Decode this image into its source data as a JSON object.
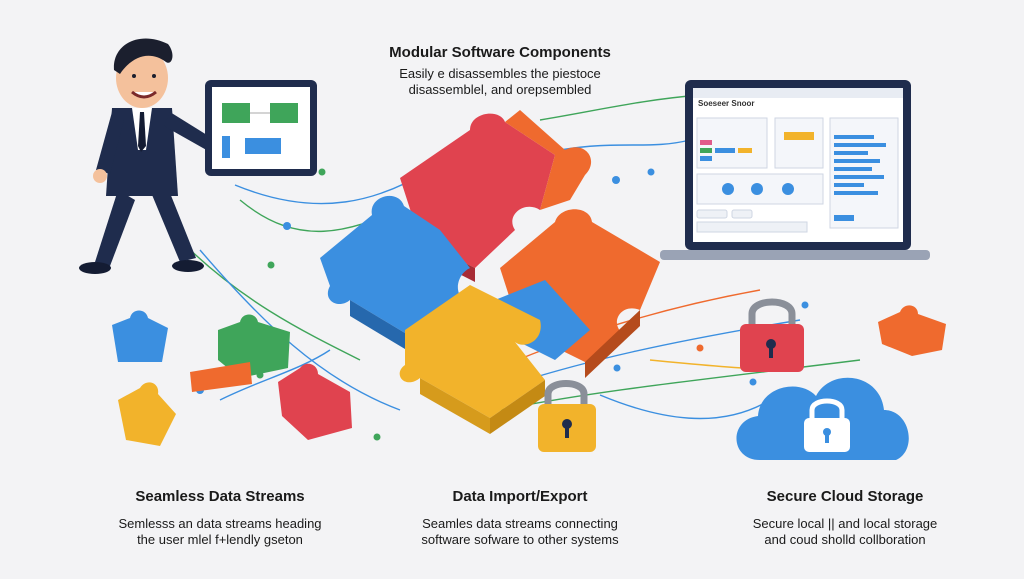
{
  "sections": {
    "modular": {
      "title": "Modular Software Components",
      "desc_line1": "Easily e disassembles the piestoce",
      "desc_line2": "disassemblel, and orepsembled"
    },
    "streams": {
      "title": "Seamless Data Streams",
      "desc_line1": "Semlesss an data streams heading",
      "desc_line2": "the user mlel f+lendly gseton"
    },
    "import_export": {
      "title": "Data Import/Export",
      "desc_line1": "Seamles data streams connecting",
      "desc_line2": "software sofware to other systems"
    },
    "cloud": {
      "title": "Secure Cloud Storage",
      "desc_line1": "Secure local || and local storage",
      "desc_line2": "and coud sholld collboration"
    }
  },
  "laptop": {
    "header": "Soeseer Snoor"
  },
  "colors": {
    "red": "#e0434f",
    "orange": "#ef6a2e",
    "blue": "#3b8fe0",
    "yellow": "#f2b32b",
    "green": "#3fa55a",
    "navy": "#1f2c4d"
  }
}
